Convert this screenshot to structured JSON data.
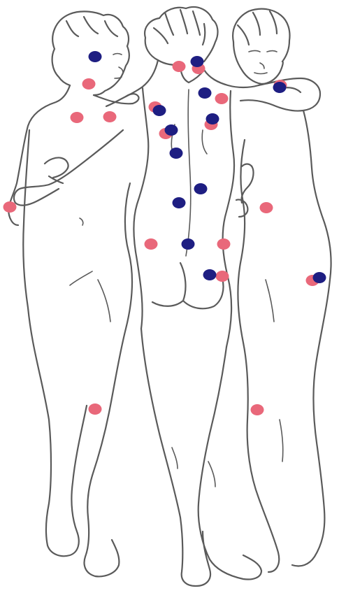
{
  "illustration": {
    "outline_color": "#5a5a5a",
    "background_color": "#ffffff",
    "figures": [
      "left-figure",
      "center-figure",
      "right-figure"
    ]
  },
  "point_categories": [
    {
      "id": "pink",
      "color": "#e9687a"
    },
    {
      "id": "navy",
      "color": "#1e1e82"
    }
  ]
}
